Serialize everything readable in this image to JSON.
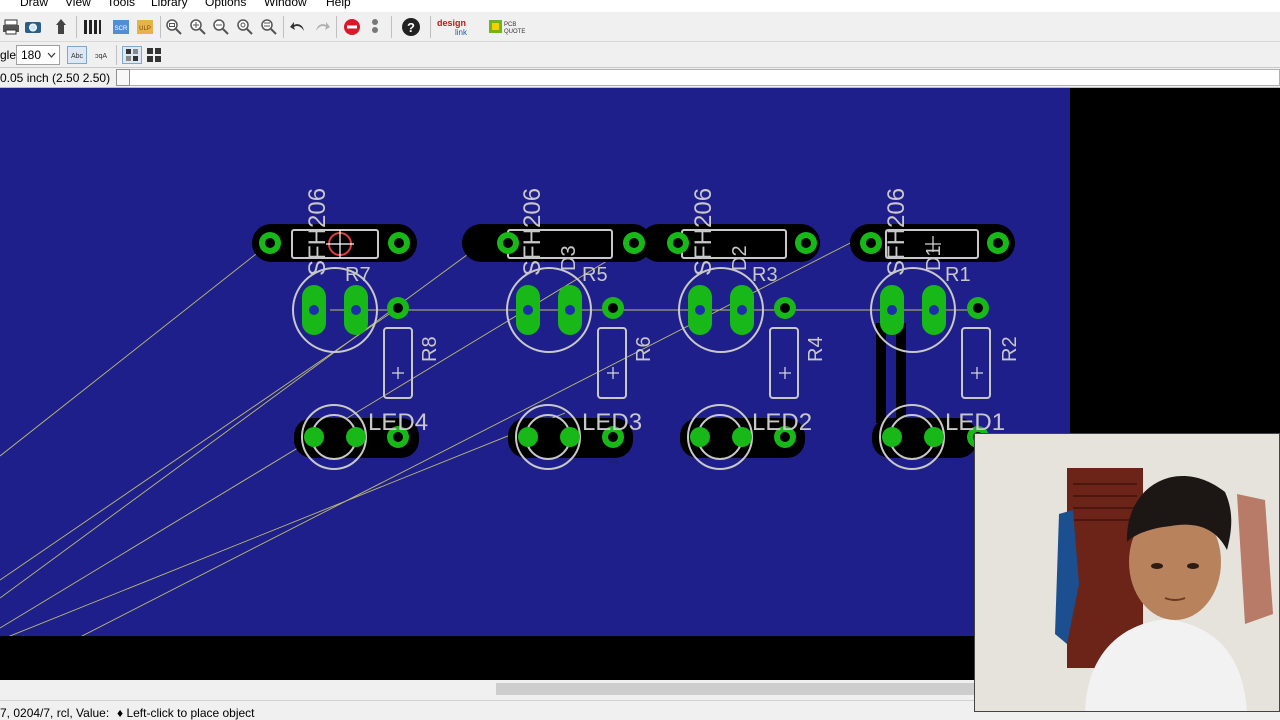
{
  "menu": [
    "Draw",
    "View",
    "Tools",
    "Library",
    "Options",
    "Window",
    "Help"
  ],
  "toolbar": {
    "angle_label": "gle:",
    "angle_value": "180",
    "partner_logo_1": "design link",
    "partner_logo_2": "PCB QUOTE"
  },
  "coord": {
    "grid_text": "0.05 inch (2.50 2.50)"
  },
  "board": {
    "background_color": "#1f1f8c",
    "pad_color": "#18b818",
    "silk_color": "#c8c8c8",
    "labels": {
      "top_parts": [
        "SFH206",
        "SFH206",
        "SFH206",
        "SFH206"
      ],
      "diodes": [
        "D3",
        "D2",
        "D1"
      ],
      "resistors_top": [
        "R7",
        "R5",
        "R3",
        "R1"
      ],
      "resistors_vert": [
        "R8",
        "R6",
        "R4",
        "R2"
      ],
      "leds": [
        "LED4",
        "LED3",
        "LED2",
        "LED1"
      ]
    }
  },
  "status": {
    "left_text": "7, 0204/7, rcl, Value:",
    "message": "♦ Left-click to place object"
  }
}
